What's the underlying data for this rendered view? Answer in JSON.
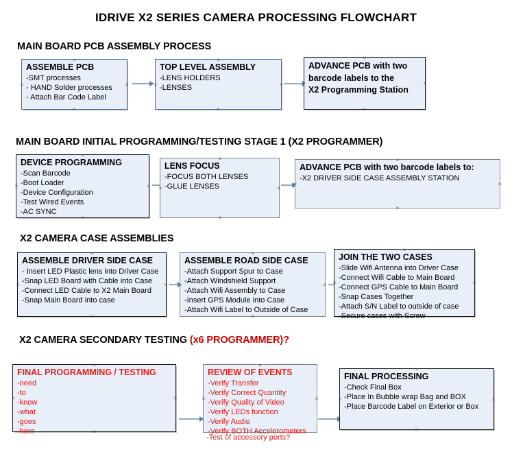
{
  "document": {
    "title": "IDRIVE X2  SERIES CAMERA PROCESSING FLOWCHART"
  },
  "colors": {
    "box_fill": "#e9eff8",
    "blue_border": "#41719c",
    "gray_border": "#7f7f7f",
    "black_border": "#1a1a1a",
    "arrow": "#8ea9c1",
    "red_text": "#e01b1b",
    "heading_red": "#cc0000"
  },
  "sections": [
    {
      "id": "main-board-pcb-assembly",
      "heading": "MAIN BOARD PCB ASSEMBLY PROCESS",
      "heading_suffix": "",
      "nodes": [
        {
          "id": "assemble-pcb",
          "title": "ASSEMBLE PCB",
          "lines": [
            "-SMT processes",
            "- HAND Solder processes",
            "- Attach Bar Code Label"
          ]
        },
        {
          "id": "top-level-assembly",
          "title": "TOP LEVEL ASSEMBLY",
          "lines": [
            "-LENS HOLDERS",
            "-LENSES"
          ]
        },
        {
          "id": "advance-pcb-to-x2-programming-station",
          "title": "ADVANCE PCB with two",
          "lines": [
            "barcode labels to the",
            " X2 Programming Station"
          ]
        }
      ]
    },
    {
      "id": "main-board-initial-programming",
      "heading": "MAIN BOARD INITIAL PROGRAMMING/TESTING STAGE 1 (X2 PROGRAMMER)",
      "heading_suffix": "",
      "nodes": [
        {
          "id": "device-programming",
          "title": "DEVICE PROGRAMMING",
          "lines": [
            "-Scan Barcode",
            "-Boot Loader",
            "-Device Configuration",
            "-Test Wired Events",
            "-AC SYNC"
          ]
        },
        {
          "id": "lens-focus",
          "title": "LENS FOCUS",
          "lines": [
            "-FOCUS BOTH LENSES",
            "-GLUE LENSES"
          ]
        },
        {
          "id": "advance-pcb-to-driver-side-case-station",
          "title": "ADVANCE PCB with two barcode labels to:",
          "lines": [
            "-X2 DRIVER  SIDE  CASE  ASSEMBLY STATION"
          ]
        }
      ]
    },
    {
      "id": "x2-camera-case-assemblies",
      "heading": "X2 CAMERA CASE ASSEMBLIES",
      "heading_suffix": "",
      "nodes": [
        {
          "id": "assemble-driver-side-case",
          "title": "ASSEMBLE DRIVER SIDE CASE",
          "lines": [
            "- Insert LED Plastic lens into Driver Case",
            "-Snap LED Board with Cable into Case",
            "-Connect LED Cable to X2 Main Board",
            "-Snap Main Board into case"
          ]
        },
        {
          "id": "assemble-road-side-case",
          "title": "ASSEMBLE ROAD SIDE CASE",
          "lines": [
            "-Attach Support Spur to Case",
            "-Attach Windshield Support",
            "-Attach Wifi Assembly to Case",
            "-Insert GPS Module into Case",
            "-Attach Wifi Label to Outside of Case"
          ]
        },
        {
          "id": "join-the-two-cases",
          "title": "JOIN THE TWO CASES",
          "lines": [
            "-Slide Wifi Antenna into Driver Case",
            "-Connect Wifi Cable to Main Board",
            "-Connect GPS Cable to Main Board",
            "-Snap Cases Together",
            "-Attach S/N Label to outside of case",
            "-Secure cases with Screw"
          ]
        }
      ]
    },
    {
      "id": "x2-camera-secondary-testing",
      "heading": "X2 CAMERA SECONDARY TESTING ",
      "heading_suffix": "(x6 PROGRAMMER)?",
      "nodes": [
        {
          "id": "final-programming-testing",
          "title": "FINAL PROGRAMMING / TESTING",
          "lines": [
            "-need",
            "-to",
            "-know",
            "-what",
            "-goes",
            "-here"
          ]
        },
        {
          "id": "review-of-events",
          "title": "REVIEW OF EVENTS",
          "lines": [
            "-Verify Transfer",
            "-Verify Correct Quantity",
            "-Verify Quality of Video",
            "-Verify LEDs function",
            "-Verify Audio",
            "-Verify BOTH Accelerometers"
          ],
          "overflow_line": "-Test of accessory ports?"
        },
        {
          "id": "final-processing",
          "title": "FINAL PROCESSING",
          "lines": [
            " -Check Final Box",
            "-Place In Bubble wrap Bag and BOX",
            "-Place Barcode Label on Exterior or Box"
          ]
        }
      ]
    }
  ]
}
